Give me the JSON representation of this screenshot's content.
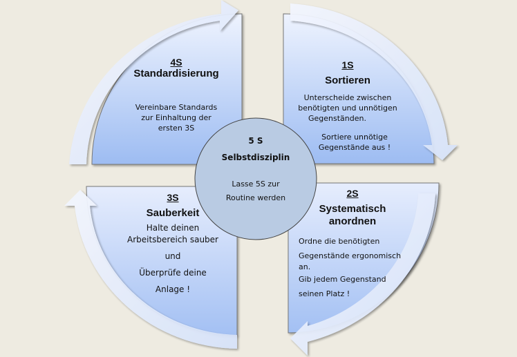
{
  "diagram": {
    "type": "cycle",
    "center": {
      "heading": "5 S",
      "title": "Selbstdisziplin",
      "description_lines": [
        "Lasse 5S zur",
        "Routine werden"
      ]
    },
    "quadrants": {
      "s1": {
        "number": "1S",
        "title": "Sortieren",
        "description_lines": [
          "Unterscheide zwischen",
          "benötigten und unnötigen",
          "Gegenständen."
        ],
        "description2_lines": [
          "Sortiere unnötige",
          "Gegenstände aus !"
        ]
      },
      "s2": {
        "number": "2S",
        "title_lines": [
          "Systematisch",
          "anordnen"
        ],
        "description_lines": [
          "Ordne die benötigten",
          "Gegenstände ergonomisch",
          "an.",
          "Gib jedem Gegenstand",
          "seinen Platz !"
        ]
      },
      "s3": {
        "number": "3S",
        "title": "Sauberkeit",
        "description_lines": [
          "Halte deinen",
          "Arbeitsbereich sauber",
          "und",
          "Überprüfe deine",
          "Anlage !"
        ]
      },
      "s4": {
        "number": "4S",
        "title": "Standardisierung",
        "description_lines": [
          "Vereinbare Standards",
          "zur Einhaltung der",
          "ersten 3S"
        ]
      }
    },
    "colors": {
      "background": "#eeebe1",
      "quadrant_top": "#e8eefc",
      "quadrant_bottom": "#9dbcf2",
      "arrow": "#e4ecfb",
      "center_fill": "#b9cbe3",
      "border": "#555555"
    }
  }
}
